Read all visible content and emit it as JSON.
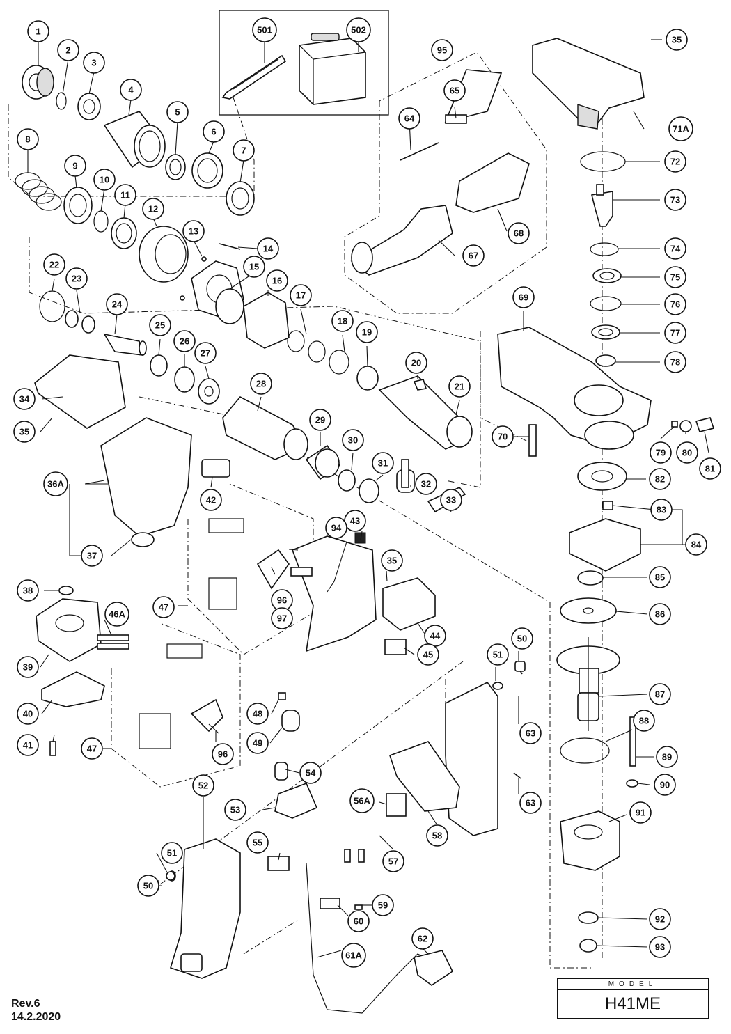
{
  "diagram": {
    "revision": "Rev.6",
    "date": "14.2.2020",
    "model_label": "MODEL",
    "model_name": "H41ME",
    "callouts": [
      "1",
      "2",
      "3",
      "4",
      "5",
      "6",
      "7",
      "8",
      "9",
      "10",
      "11",
      "12",
      "13",
      "14",
      "15",
      "16",
      "17",
      "18",
      "19",
      "20",
      "21",
      "22",
      "23",
      "24",
      "25",
      "26",
      "27",
      "28",
      "29",
      "30",
      "31",
      "32",
      "33",
      "34",
      "35",
      "36A",
      "37",
      "38",
      "39",
      "40",
      "41",
      "42",
      "43",
      "44",
      "45",
      "46A",
      "47",
      "48",
      "49",
      "50",
      "51",
      "52",
      "53",
      "54",
      "55",
      "56A",
      "57",
      "58",
      "59",
      "60",
      "61A",
      "62",
      "63",
      "64",
      "65",
      "67",
      "68",
      "69",
      "70",
      "71A",
      "72",
      "73",
      "74",
      "75",
      "76",
      "77",
      "78",
      "79",
      "80",
      "81",
      "82",
      "83",
      "84",
      "85",
      "86",
      "87",
      "88",
      "89",
      "90",
      "91",
      "92",
      "93",
      "94",
      "95",
      "96",
      "97",
      "501",
      "502"
    ]
  }
}
